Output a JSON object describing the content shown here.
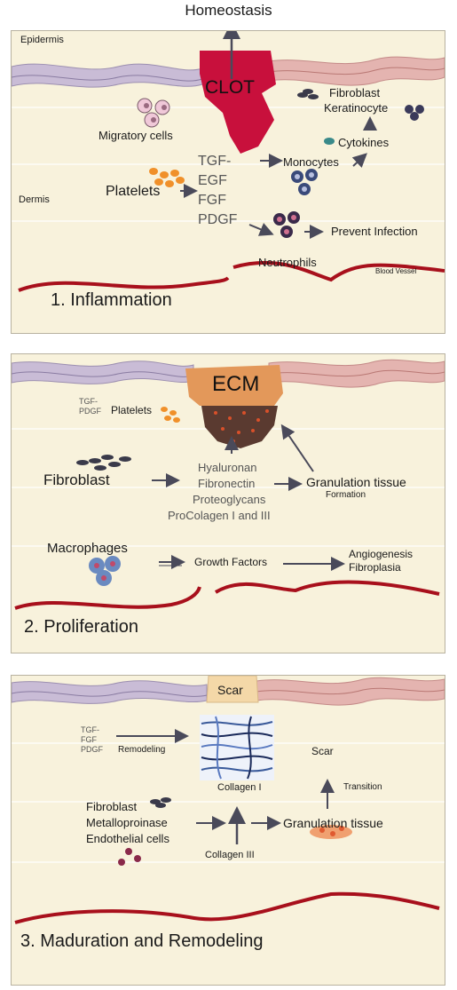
{
  "header": {
    "homeostasis": "Homeostasis"
  },
  "panel1": {
    "epidermis": "Epidermis",
    "dermis": "Dermis",
    "clot": "CLOT",
    "migratory_cells": "Migratory cells",
    "platelets": "Platelets",
    "factors": [
      "TGF-",
      "EGF",
      "FGF",
      "PDGF"
    ],
    "monocytes": "Monocytes",
    "cytokines": "Cytokines",
    "fibroblast": "Fibroblast",
    "keratinocyte": "Keratinocyte",
    "prevent_infection": "Prevent Infection",
    "neutrophils": "Neutrophils",
    "blood_vessel": "Blood Vessel",
    "title": "1. Inflammation"
  },
  "panel2": {
    "ecm": "ECM",
    "factors": [
      "TGF-",
      "PDGF"
    ],
    "platelets": "Platelets",
    "fibroblast": "Fibroblast",
    "matrix": [
      "Hyaluronan",
      "Fibronectin",
      "Proteoglycans",
      "ProColagen I and III"
    ],
    "granulation": "Granulation tissue",
    "formation": "Formation",
    "macrophages": "Macrophages",
    "growth_factors": "Growth Factors",
    "angiogenesis": "Angiogenesis",
    "fibroplasia": "Fibroplasia",
    "title": "2. Proliferation"
  },
  "panel3": {
    "scar_top": "Scar",
    "factors": [
      "TGF-",
      "FGF",
      "PDGF"
    ],
    "remodeling": "Remodeling",
    "collagen1": "Collagen I",
    "scar": "Scar",
    "transition": "Transition",
    "cells": [
      "Fibroblast",
      "Metalloproinase",
      "Endothelial cells"
    ],
    "granulation": "Granulation tissue",
    "collagen3": "Collagen III",
    "title": "3. Maduration and Remodeling"
  },
  "colors": {
    "skin_bg": "#f8f2dc",
    "epidermis_purple": "#b4a6c4",
    "epidermis_pink": "#d79a9a",
    "clot_red": "#c8103c",
    "ecm_orange": "#e3985a",
    "vessel_red": "#a8101c",
    "arrow_gray": "#4a4a5a",
    "platelet_orange": "#f0902a"
  }
}
